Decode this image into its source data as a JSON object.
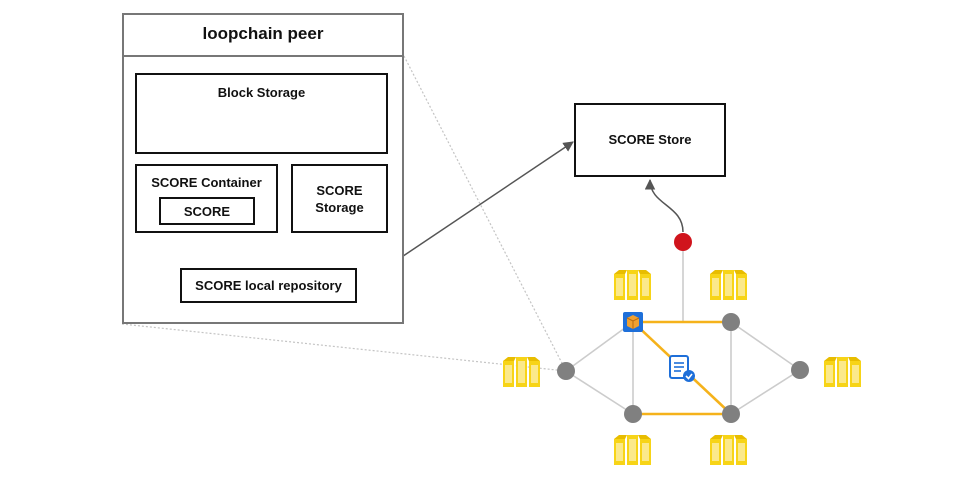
{
  "peer": {
    "title": "loopchain peer",
    "block_storage": "Block Storage",
    "score_container": "SCORE Container",
    "score": "SCORE",
    "score_storage": "SCORE Storage",
    "score_local_repository": "SCORE local repository"
  },
  "store": {
    "title": "SCORE Store"
  },
  "colors": {
    "box_border": "#111111",
    "peer_border": "#777777",
    "network_edge": "#cccccc",
    "highlight_edge": "#f5b21b",
    "node": "#808080",
    "submit_node": "#d0141c",
    "block_icon": "#f7d417",
    "active_peer_icon": "#1e6fd9",
    "transaction_icon": "#1e6fd9"
  },
  "icons": {
    "block_stack": "blocks-icon",
    "active_peer": "cube-icon",
    "transaction": "document-check-icon"
  }
}
